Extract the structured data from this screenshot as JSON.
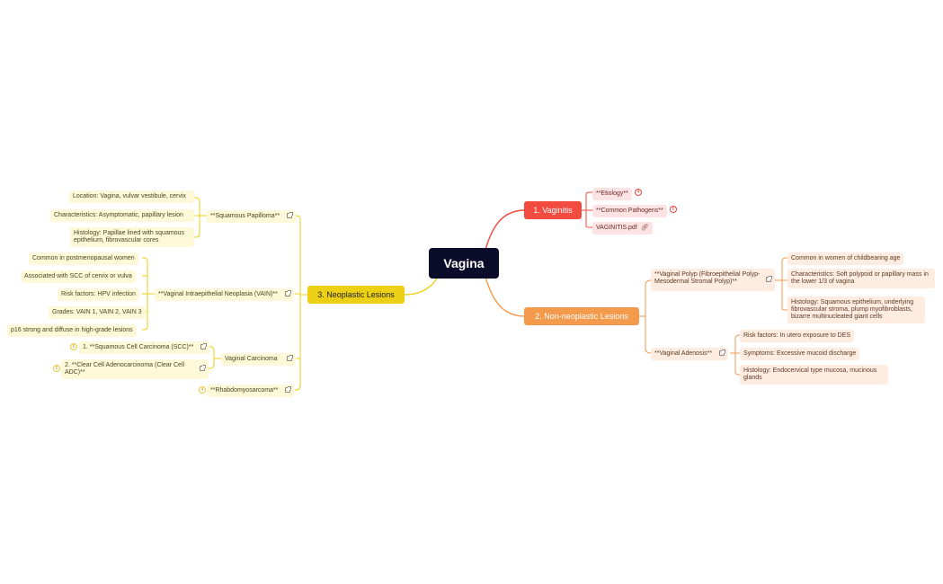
{
  "colors": {
    "root": "#0b0b2a",
    "red": "#f24b3f",
    "orange": "#f39a4c",
    "yellow": "#ecd016",
    "red_sub": "#fde3e3",
    "orange_sub": "#fdecdf",
    "yellow_sub": "#fdf8d7"
  },
  "root": {
    "label": "Vagina"
  },
  "vaginitis": {
    "label": "1. Vaginitis",
    "etiology": "**Etiology**",
    "etiology_count": "4",
    "pathogens": "**Common Pathogens**",
    "pathogens_count": "6",
    "pdf": "VAGINITIS.pdf"
  },
  "nonneo": {
    "label": "2. Non-neoplastic Lesions",
    "polyp": "**Vaginal Polyp (Fibroepithelial Polyp-Mesodermal Stromal Polyp)**",
    "polyp_items": [
      "Common in women of childbearing age",
      "Characteristics: Soft polypoid or papillary mass in the lower 1/3 of vagina",
      "Histology: Squamous epithelium, underlying fibrovascular stroma, plump myofibroblasts, bizarre multinucleated giant cells"
    ],
    "adenosis": "**Vaginal Adenosis**",
    "adenosis_items": [
      "Risk factors: In utero exposure to DES",
      "Symptoms: Excessive mucoid discharge",
      "Histology: Endocervical type mucosa, mucinous glands"
    ]
  },
  "neo": {
    "label": "3. Neoplastic Lesions",
    "papilloma": "**Squamous Papilloma**",
    "papilloma_items": [
      "Location: Vagina, vulvar vestibule, cervix",
      "Characteristics: Asymptomatic, papillary lesion",
      "Histology: Papillae lined with squamous epithelium, fibrovascular cores"
    ],
    "vain": "**Vaginal Intraepithelial Neoplasia (VAIN)**",
    "vain_items": [
      "Common in postmenopausal women",
      "Associated with SCC of cervix or vulva",
      "Risk factors: HPV infection",
      "Grades: VAIN 1, VAIN 2, VAIN 3",
      "p16 strong and diffuse in high-grade lesions"
    ],
    "carcinoma": "Vaginal Carcinoma",
    "scc": "1. **Squamous Cell Carcinoma (SCC)**",
    "scc_count": "6",
    "adc": "2. **Clear Cell Adenocarcinoma (Clear Cell ADC)**",
    "adc_count": "6",
    "rhabdo": "**Rhabdomyosarcoma**",
    "rhabdo_count": "4"
  }
}
